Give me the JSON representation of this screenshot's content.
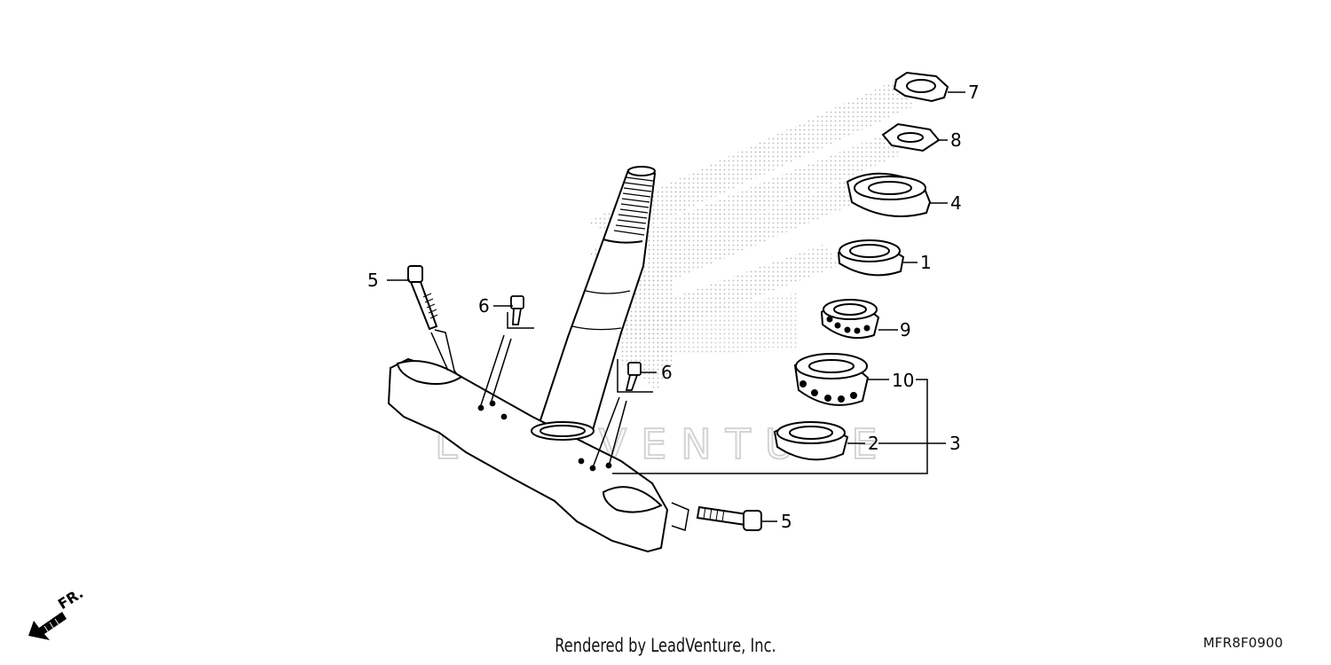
{
  "diagram": {
    "part_labels": {
      "p1": "1",
      "p2": "2",
      "p3": "3",
      "p4": "4",
      "p5a": "5",
      "p5b": "5",
      "p6a": "6",
      "p6b": "6",
      "p7": "7",
      "p8": "8",
      "p9": "9",
      "p10": "10"
    },
    "watermark_text": "LEADVENTURE",
    "direction_indicator": "FR."
  },
  "footer": {
    "credit": "Rendered by LeadVenture, Inc.",
    "diagram_code": "MFR8F0900"
  },
  "colors": {
    "line": "#000000",
    "watermark": "#d8d8d8",
    "background": "#ffffff"
  }
}
